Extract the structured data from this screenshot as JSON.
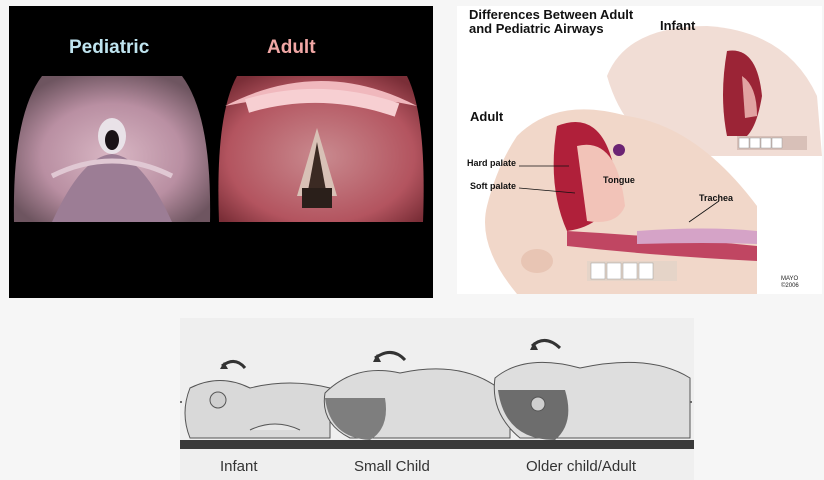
{
  "scope_panel": {
    "left_title": "Pediatric",
    "right_title": "Adult"
  },
  "airway_panel": {
    "heading": "Differences Between Adult and Pediatric Airways",
    "infant_label": "Infant",
    "adult_label": "Adult",
    "hard_palate_label": "Hard palate",
    "soft_palate_label": "Soft palate",
    "tongue_label": "Tongue",
    "trachea_label": "Trachea",
    "credit_line1": "MAYO",
    "credit_line2": "©2006"
  },
  "position_panel": {
    "infant_label": "Infant",
    "small_child_label": "Small Child",
    "older_label": "Older child/Adult"
  }
}
